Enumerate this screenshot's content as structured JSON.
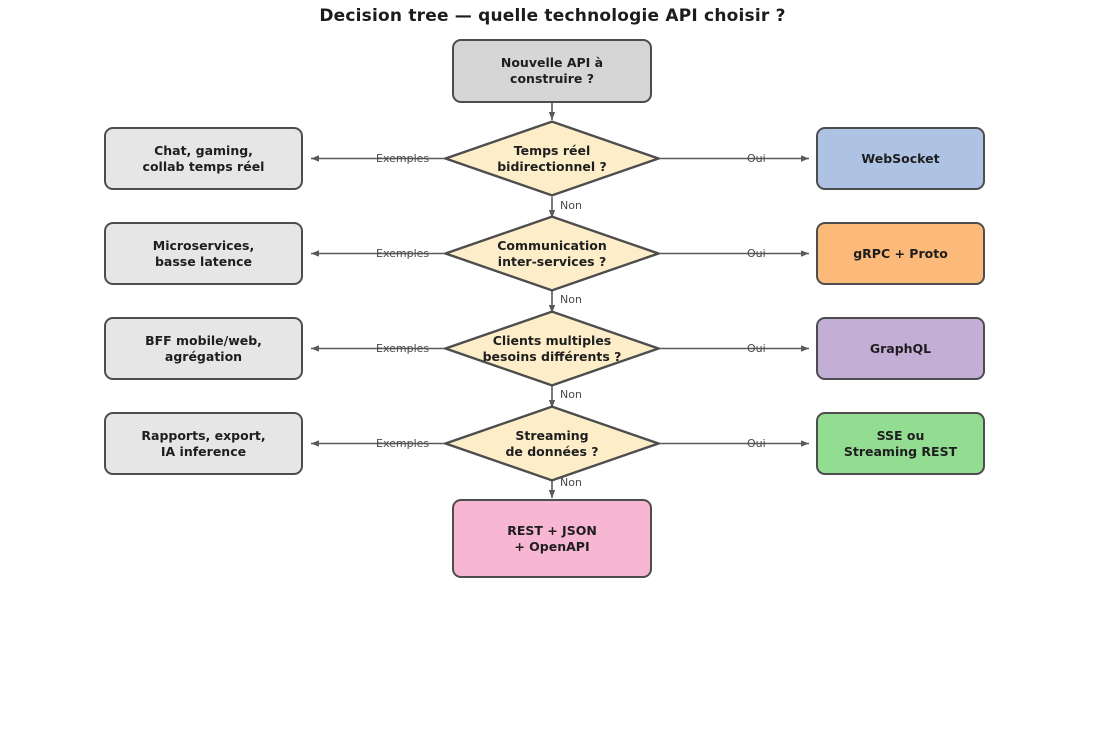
{
  "diagram": {
    "title": "Decision tree — quelle technologie API choisir ?",
    "type": "decision-tree-flowchart",
    "colors": {
      "start_fill": "#d6d6d6",
      "example_fill": "#e6e6e6",
      "decision_fill": "#fdeec9",
      "border": "#4d4d4d",
      "edge": "#5a5a5a",
      "websocket_fill": "#aec3e3",
      "grpc_fill": "#fbb97a",
      "graphql_fill": "#c3aed6",
      "sse_fill": "#93dd92",
      "rest_fill": "#f7b6d2",
      "text": "#1e1e1e",
      "edge_label_text": "#4a4a4a"
    },
    "start_node": {
      "id": "start",
      "label": "Nouvelle API à\nconstruire ?",
      "shape": "rounded-rect"
    },
    "rows": [
      {
        "id": "row-realtime",
        "decision": {
          "id": "decision-temps-reel",
          "label": "Temps réel\nbidirectionnel ?",
          "shape": "diamond"
        },
        "example": {
          "id": "example-chat-gaming",
          "label": "Chat, gaming,\ncollab temps réel",
          "shape": "rounded-rect"
        },
        "outcome": {
          "id": "outcome-websocket",
          "label": "WebSocket",
          "shape": "rounded-rect",
          "color": "#aec3e3"
        },
        "left_edge_label": "Exemples",
        "right_edge_label": "Oui",
        "down_edge_label": "Non"
      },
      {
        "id": "row-interservices",
        "decision": {
          "id": "decision-communication",
          "label": "Communication\ninter-services ?",
          "shape": "diamond"
        },
        "example": {
          "id": "example-microservices",
          "label": "Microservices,\nbasse latence",
          "shape": "rounded-rect"
        },
        "outcome": {
          "id": "outcome-grpc",
          "label": "gRPC + Proto",
          "shape": "rounded-rect",
          "color": "#fbb97a"
        },
        "left_edge_label": "Exemples",
        "right_edge_label": "Oui",
        "down_edge_label": "Non"
      },
      {
        "id": "row-clients",
        "decision": {
          "id": "decision-clients-multiples",
          "label": "Clients multiples\nbesoins différents ?",
          "shape": "diamond"
        },
        "example": {
          "id": "example-bff",
          "label": "BFF mobile/web,\nagrégation",
          "shape": "rounded-rect"
        },
        "outcome": {
          "id": "outcome-graphql",
          "label": "GraphQL",
          "shape": "rounded-rect",
          "color": "#c3aed6"
        },
        "left_edge_label": "Exemples",
        "right_edge_label": "Oui",
        "down_edge_label": "Non"
      },
      {
        "id": "row-streaming",
        "decision": {
          "id": "decision-streaming",
          "label": "Streaming\nde données ?",
          "shape": "diamond"
        },
        "example": {
          "id": "example-rapports",
          "label": "Rapports, export,\nIA inference",
          "shape": "rounded-rect"
        },
        "outcome": {
          "id": "outcome-sse",
          "label": "SSE ou\nStreaming REST",
          "shape": "rounded-rect",
          "color": "#93dd92"
        },
        "left_edge_label": "Exemples",
        "right_edge_label": "Oui",
        "down_edge_label": "Non"
      }
    ],
    "final_node": {
      "id": "final-rest",
      "label": "REST + JSON\n+ OpenAPI",
      "shape": "rounded-rect",
      "color": "#f7b6d2"
    }
  }
}
